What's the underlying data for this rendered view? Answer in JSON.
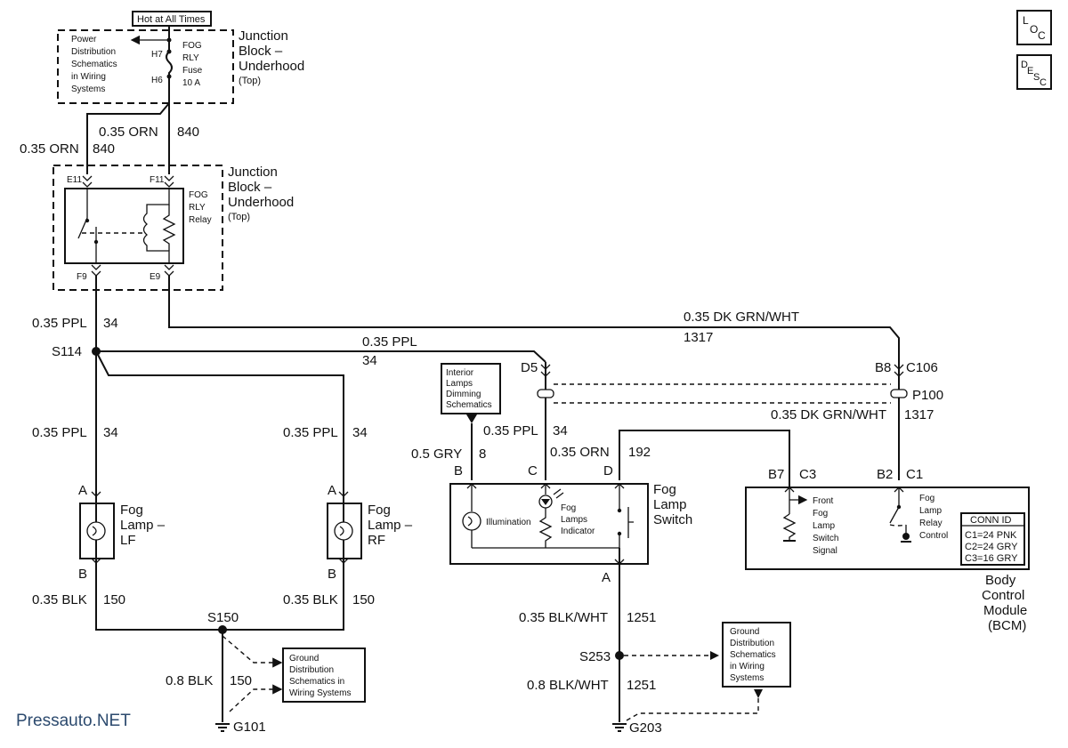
{
  "header": {
    "hot_at_all_times": "Hot at All Times",
    "loc": [
      "L",
      "O",
      "C"
    ],
    "desc": [
      "D",
      "E",
      "S",
      "C"
    ]
  },
  "fuse_block": {
    "power_distribution": [
      "Power",
      "Distribution",
      "Schematics",
      "in Wiring",
      "Systems"
    ],
    "pin_top": "H7",
    "pin_bottom": "H6",
    "fuse_label": [
      "FOG",
      "RLY",
      "Fuse",
      "10 A"
    ],
    "title": [
      "Junction",
      "Block –",
      "Underhood"
    ],
    "subtitle": "(Top)"
  },
  "wires_top": {
    "left_label": "0.35 ORN",
    "left_circuit": "840",
    "right_label": "0.35 ORN",
    "right_circuit": "840"
  },
  "relay_block": {
    "pin_e11": "E11",
    "pin_f11": "F11",
    "pin_f9": "F9",
    "pin_e9": "E9",
    "relay_label": [
      "FOG",
      "RLY",
      "Relay"
    ],
    "title": [
      "Junction",
      "Block –",
      "Underhood"
    ],
    "subtitle": "(Top)"
  },
  "ppl_main": {
    "label": "0.35 PPL",
    "circuit": "34",
    "splice": "S114"
  },
  "ppl_to_switch": {
    "label": "0.35 PPL",
    "circuit": "34"
  },
  "dkgrn_top": {
    "label": "0.35 DK GRN/WHT",
    "circuit": "1317"
  },
  "left_branch": {
    "label": "0.35 PPL",
    "circuit": "34"
  },
  "right_branch": {
    "label": "0.35 PPL",
    "circuit": "34"
  },
  "fog_lamp_lf": {
    "pin_a": "A",
    "pin_b": "B",
    "label": [
      "Fog",
      "Lamp –",
      "LF"
    ]
  },
  "fog_lamp_rf": {
    "pin_a": "A",
    "pin_b": "B",
    "label": [
      "Fog",
      "Lamp –",
      "RF"
    ]
  },
  "ground_left": {
    "blk_left": "0.35 BLK",
    "blk_left_circuit": "150",
    "blk_right": "0.35 BLK",
    "blk_right_circuit": "150",
    "splice": "S150",
    "blk08": "0.8 BLK",
    "blk08_circuit": "150",
    "ground": "G101",
    "ref": [
      "Ground",
      "Distribution",
      "Schematics in",
      "Wiring Systems"
    ]
  },
  "connector": {
    "d5": "D5",
    "b8": "B8",
    "c106": "C106",
    "p100": "P100",
    "dkgrn_label": "0.35 DK GRN/WHT",
    "dkgrn_circuit": "1317"
  },
  "interior_lamps": [
    "Interior",
    "Lamps",
    "Dimming",
    "Schematics"
  ],
  "switch_wires": {
    "gry": "0.5 GRY",
    "gry_circuit": "8",
    "ppl": "0.35 PPL",
    "ppl_circuit": "34",
    "orn": "0.35 ORN",
    "orn_circuit": "192",
    "pin_b": "B",
    "pin_c": "C",
    "pin_d": "D"
  },
  "fog_switch": {
    "illumination": "Illumination",
    "indicator": [
      "Fog",
      "Lamps",
      "Indicator"
    ],
    "title": [
      "Fog",
      "Lamp",
      "Switch"
    ],
    "pin_a": "A"
  },
  "bcm": {
    "pin_b7": "B7",
    "pin_c3": "C3",
    "pin_b2": "B2",
    "pin_c1": "C1",
    "front_signal": [
      "Front",
      "Fog",
      "Lamp",
      "Switch",
      "Signal"
    ],
    "relay_control": [
      "Fog",
      "Lamp",
      "Relay",
      "Control"
    ],
    "conn_title": "CONN ID",
    "conn_rows": [
      "C1=24 PNK",
      "C2=24 GRY",
      "C3=16 GRY"
    ],
    "title": [
      "Body",
      "Control",
      "Module",
      "(BCM)"
    ]
  },
  "ground_right": {
    "blkwht": "0.35 BLK/WHT",
    "blkwht_circuit": "1251",
    "splice": "S253",
    "blkwht08": "0.8 BLK/WHT",
    "blkwht08_circuit": "1251",
    "ground": "G203",
    "ref": [
      "Ground",
      "Distribution",
      "Schematics",
      "in Wiring",
      "Systems"
    ]
  },
  "watermark": "Pressauto.NET"
}
